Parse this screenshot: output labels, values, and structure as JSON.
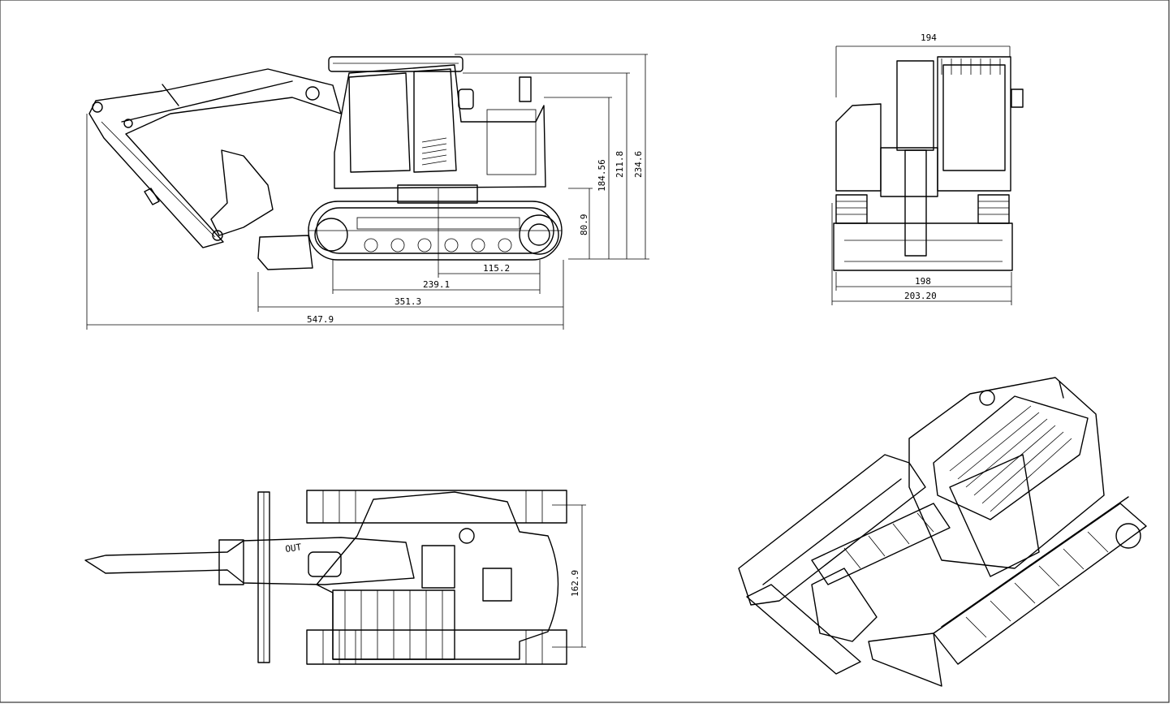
{
  "dimensions": {
    "side_view": {
      "overall_length": "547.9",
      "track_length": "351.3",
      "track_contact": "239.1",
      "front_to_sprocket": "115.2",
      "track_height": "80.9",
      "cab_height": "184.56",
      "rail_height": "211.8",
      "overall_height": "234.6"
    },
    "front_view": {
      "top_width": "194",
      "blade_width": "198",
      "overall_width": "203.20"
    },
    "top_view": {
      "track_gauge": "162.9",
      "pipe_label": "OUT"
    }
  }
}
